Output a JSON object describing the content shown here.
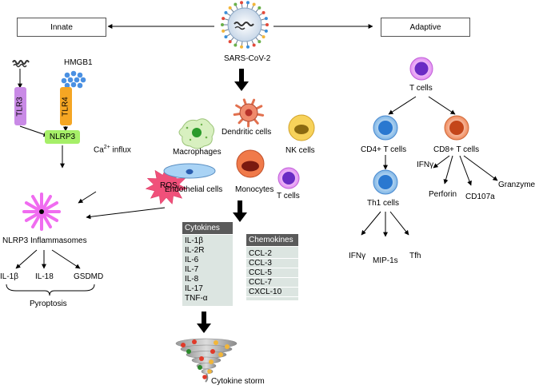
{
  "virus": {
    "label": "SARS-CoV-2"
  },
  "innate": {
    "title": "Innate",
    "hmgb1": "HMGB1",
    "tlr3": "TLR3",
    "tlr4": "TLR4",
    "nlrp3": "NLRP3",
    "ca_influx_base": "Ca",
    "ca_influx_sup": "2+",
    "ca_influx_rest": " influx",
    "ros": "ROS",
    "inflammasomes": "NLRP3 Inflammasomes",
    "products": [
      "IL-1β",
      "IL-18",
      "GSDMD"
    ],
    "pyroptosis": "Pyroptosis"
  },
  "adaptive": {
    "title": "Adaptive",
    "t_cells": "T cells",
    "cd4": "CD4+ T cells",
    "cd8": "CD8+ T cells",
    "cd8_products": [
      "IFNγ",
      "Perforin",
      "CD107a",
      "Granzyme B"
    ],
    "th1": "Th1 cells",
    "th1_products": [
      "IFNγ",
      "MIP-1s",
      "Tfh"
    ]
  },
  "cells": {
    "dendritic": "Dendritic cells",
    "macrophages": "Macrophages",
    "nk": "NK cells",
    "endothelial": "Endothelial cells",
    "monocytes": "Monocytes",
    "t_cells": "T cells"
  },
  "cytokines": {
    "title": "Cytokines",
    "items": [
      "IL-1β",
      "IL-2R",
      "IL-6",
      "IL-7",
      "IL-8",
      "IL-17",
      "TNF-α"
    ]
  },
  "chemokines": {
    "title": "Chemokines",
    "items": [
      "CCL-2",
      "CCL-3",
      "CCL-5",
      "CCL-7",
      "CXCL-10"
    ]
  },
  "storm": {
    "label": "Cytokine storm"
  },
  "colors": {
    "tlr3": "#c98ae6",
    "tlr4": "#f5a623",
    "nlrp3": "#a6ef68",
    "ros": "#f0507a",
    "inflammasome": "#f06cf0",
    "cytokine_head": "#5a5a5a",
    "panel_bg": "#dce5e1"
  }
}
